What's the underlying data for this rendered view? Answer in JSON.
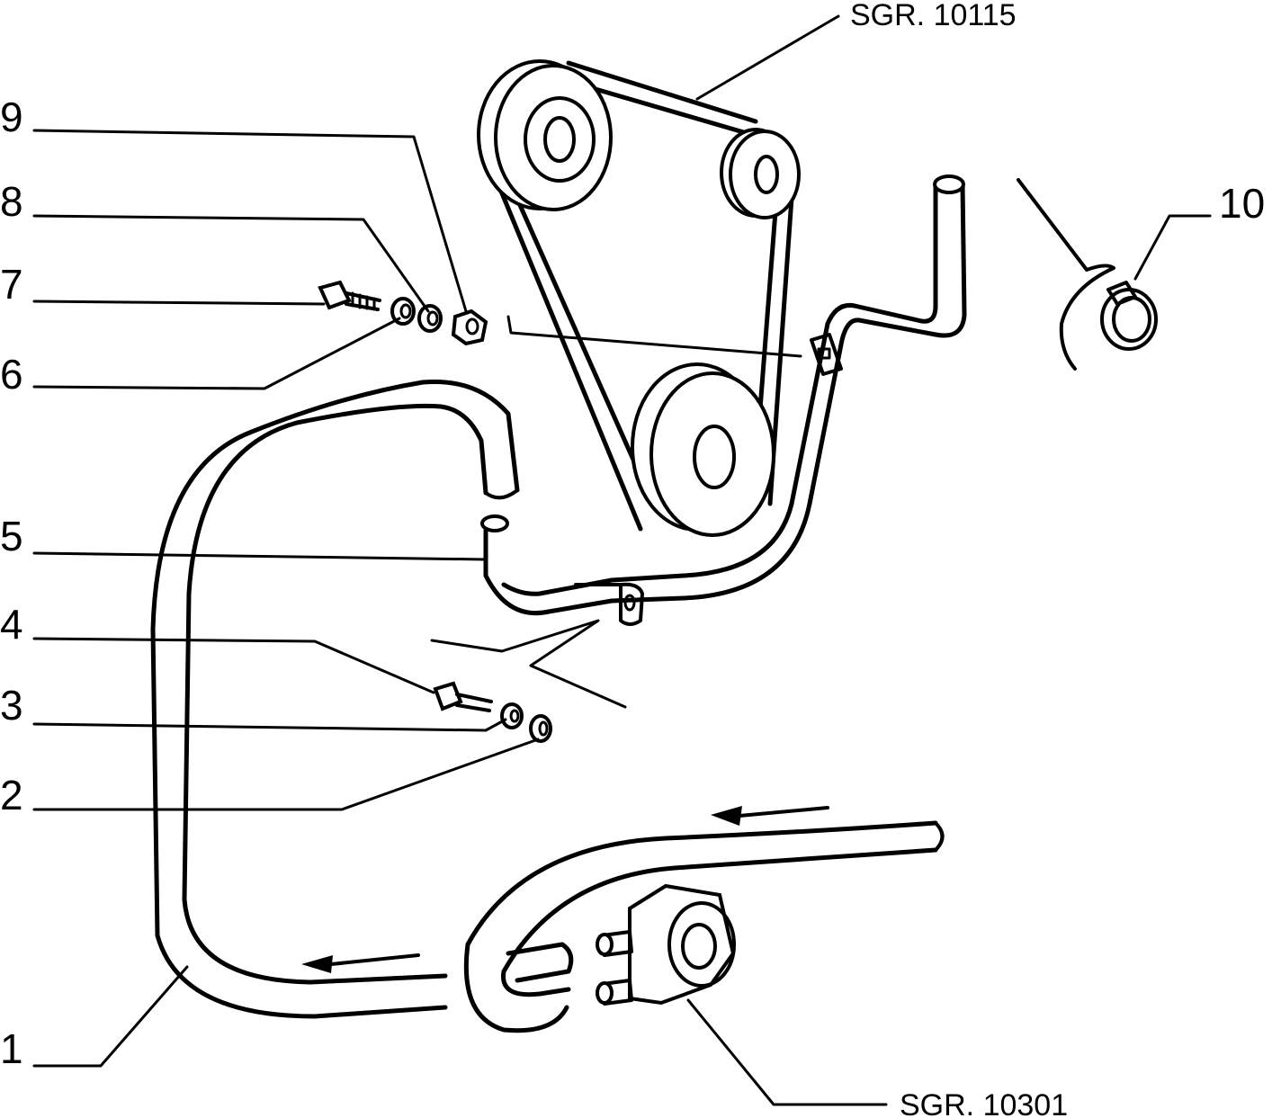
{
  "callouts": [
    {
      "id": "1",
      "text": "1"
    },
    {
      "id": "2",
      "text": "2"
    },
    {
      "id": "3",
      "text": "3"
    },
    {
      "id": "4",
      "text": "4"
    },
    {
      "id": "5",
      "text": "5"
    },
    {
      "id": "6",
      "text": "6"
    },
    {
      "id": "7",
      "text": "7"
    },
    {
      "id": "8",
      "text": "8"
    },
    {
      "id": "9",
      "text": "9"
    },
    {
      "id": "10",
      "text": "10"
    }
  ],
  "references": {
    "top": "SGR. 10115",
    "bottom": "SGR. 10301"
  },
  "colors": {
    "ink": "#000000",
    "paper": "#ffffff"
  }
}
